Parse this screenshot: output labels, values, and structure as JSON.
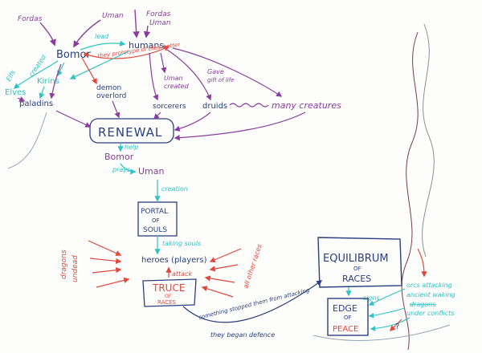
{
  "colors": {
    "purple": "#8a3d9e",
    "navy": "#2a3f7f",
    "teal": "#2ec3c4",
    "red": "#e0483d",
    "paper": "#fdfdfb",
    "pencil": "#9aa3b8"
  },
  "labels": {
    "fordas_top": "Fordas",
    "uman_top": "Uman",
    "fordas_uman_top_1": "Fordas",
    "fordas_uman_top_2": "Uman",
    "bomor": "Bomor",
    "humans": "humans",
    "lead": "lead",
    "elfs": "Elfs",
    "created": "created",
    "kirins": "Kirins",
    "elves": "Elves",
    "paladins": "paladins",
    "demon_overlord_1": "demon",
    "demon_overlord_2": "overlord",
    "they_were_prototype": "they prototype of their better",
    "uman_created_1": "Uman",
    "uman_created_2": "created",
    "sorcerers": "sorcerers",
    "druids": "druids",
    "gave_gift_1": "Gave",
    "gave_gift_2": "gift of life",
    "many_creatures": "many creatures",
    "renewal": "RENEWAL",
    "help": "help",
    "bomor_2": "Bomor",
    "prays": "prays",
    "uman_2": "Uman",
    "creation": "creation",
    "portal_1": "PORTAL",
    "portal_2": "OF",
    "portal_3": "SOULS",
    "taking_souls": "taking souls",
    "heroes": "heroes (players)",
    "dragons_1": "dragons",
    "dragons_2": "undead",
    "all_other": "all other races",
    "attack": "attack",
    "truce_1": "TRUCE",
    "truce_2": "OF",
    "truce_3": "RACES",
    "something_stopped": "something stopped them from attacking",
    "began_defence": "they began defence",
    "equilibrum_1": "EQUILIBRUM",
    "equilibrum_2": "OF",
    "equilibrum_3": "RACES",
    "signs": "signs",
    "edge_1": "EDGE",
    "edge_2": "OF",
    "edge_3": "PEACE",
    "orcs_attacking": "orcs attacking",
    "ancient_waking": "ancient waking",
    "dragons_crossed": "dragons",
    "under_conflicts": "under conflicts",
    "question": "?"
  }
}
